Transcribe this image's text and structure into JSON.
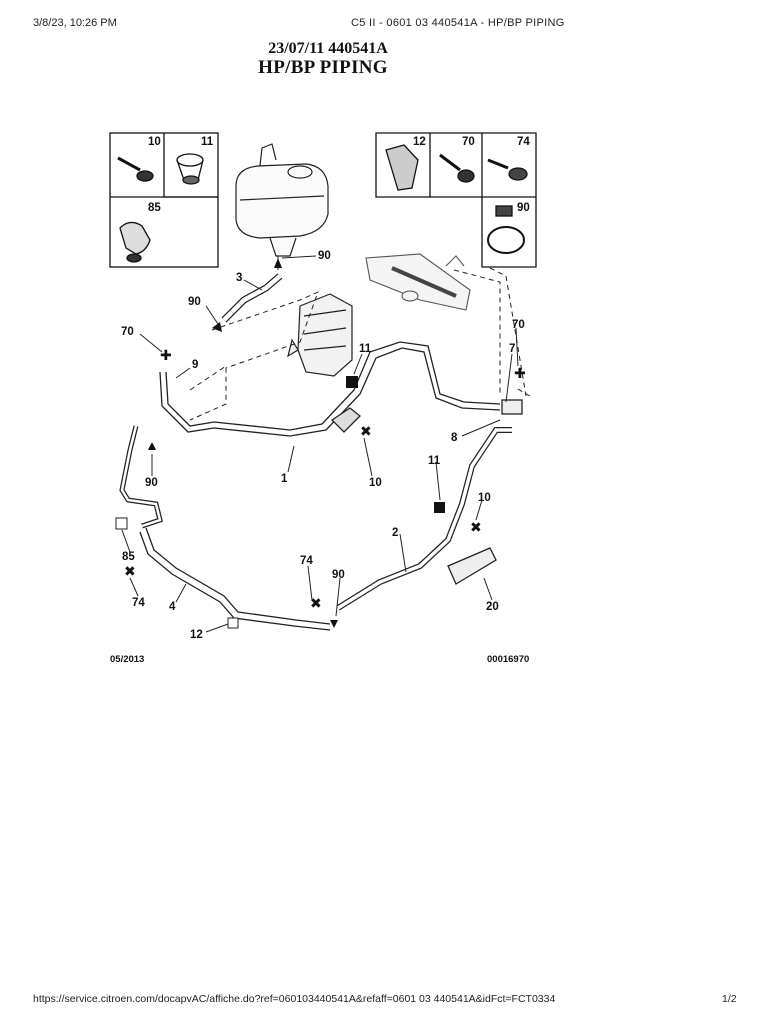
{
  "header": {
    "datetime": "3/8/23, 10:26 PM",
    "title": "C5 II - 0601 03 440541A - HP/BP PIPING"
  },
  "document": {
    "reference": "23/07/11 440541A",
    "title": "HP/BP PIPING"
  },
  "legend_left": {
    "cells": [
      "10",
      "11",
      "85"
    ]
  },
  "legend_right": {
    "cells": [
      "12",
      "70",
      "74",
      "90"
    ]
  },
  "callouts": {
    "c90_top": "90",
    "c3": "3",
    "c90_left": "90",
    "c70_left": "70",
    "c9": "9",
    "c11_mid": "11",
    "c70_right": "70",
    "c7": "7",
    "c8": "8",
    "c1": "1",
    "c10_mid": "10",
    "c90_hose": "90",
    "c11_low": "11",
    "c10_right": "10",
    "c85": "85",
    "c74_left": "74",
    "c4": "4",
    "c12": "12",
    "c74_mid": "74",
    "c90_low": "90",
    "c2": "2",
    "c20": "20"
  },
  "diagram_footer": {
    "date": "05/2013",
    "number": "00016970"
  },
  "footer": {
    "url": "https://service.citroen.com/docapvAC/affiche.do?ref=060103440541A&refaff=0601 03 440541A&idFct=FCT0334",
    "page": "1/2"
  }
}
